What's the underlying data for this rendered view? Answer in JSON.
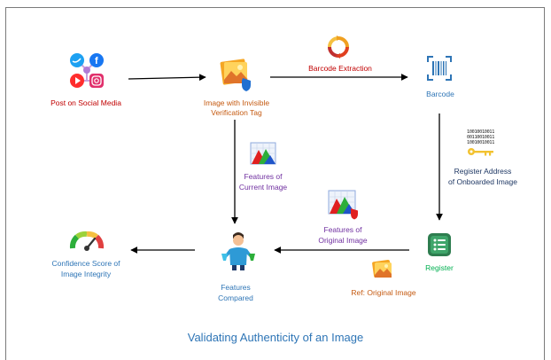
{
  "title": "Validating Authenticity of an Image",
  "colors": {
    "red_label": "#c00000",
    "orange_label": "#c55a11",
    "blue_label": "#2e75b6",
    "navy_label": "#1f3864",
    "purple_label": "#7030a0",
    "green_label": "#00b050",
    "title_color": "#2e75b6"
  },
  "nodes": {
    "social": {
      "label": "Post on Social Media",
      "icon": "social-media-icons"
    },
    "tagged_image": {
      "line1": "Image with Invisible",
      "line2": "Verification Tag",
      "icon": "image-shield-icon"
    },
    "barcode": {
      "label": "Barcode",
      "icon": "barcode-icon"
    },
    "register": {
      "label": "Register",
      "icon": "register-list-icon"
    },
    "compare": {
      "line1": "Features",
      "line2": "Compared",
      "icon": "person-comparing-icon"
    },
    "confidence": {
      "line1": "Confidence Score of",
      "line2": "Image Integrity",
      "icon": "gauge-icon"
    }
  },
  "edges": {
    "barcode_extraction": {
      "label": "Barcode Extraction",
      "icon": "refresh-cycle-icon"
    },
    "register_address": {
      "line1": "Register Address",
      "line2": "of Onboarded Image",
      "icon": "binary-key-icon",
      "binary": [
        "10010010011",
        "00110010011",
        "10010010011"
      ]
    },
    "current_features": {
      "line1": "Features of",
      "line2": "Current Image",
      "icon": "chart-features-icon"
    },
    "original_features": {
      "line1": "Features of",
      "line2": "Original Image",
      "icon": "chart-shield-icon"
    },
    "original_ref": {
      "label": "Ref: Original Image",
      "icon": "original-image-icon"
    }
  }
}
